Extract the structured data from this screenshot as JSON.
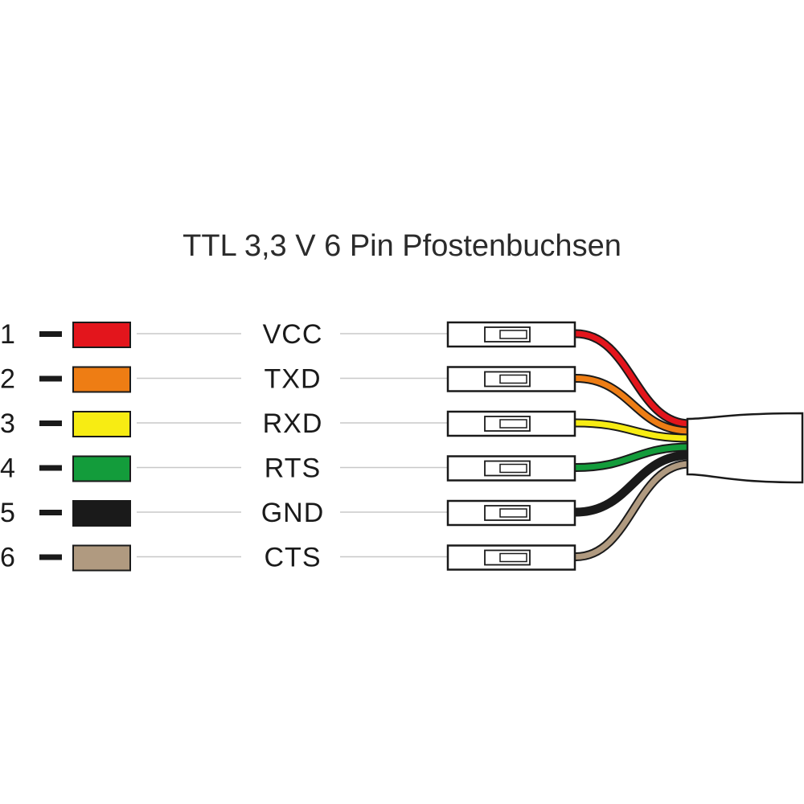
{
  "title": "TTL 3,3 V 6 Pin Pfostenbuchsen",
  "pins": [
    {
      "number": "1",
      "signal": "VCC",
      "color": "#e3151c"
    },
    {
      "number": "2",
      "signal": "TXD",
      "color": "#ee7d14"
    },
    {
      "number": "3",
      "signal": "RXD",
      "color": "#f7ec13"
    },
    {
      "number": "4",
      "signal": "RTS",
      "color": "#139c3b"
    },
    {
      "number": "5",
      "signal": "GND",
      "color": "#1a1a1a"
    },
    {
      "number": "6",
      "signal": "CTS",
      "color": "#b09a80"
    }
  ],
  "colors": {
    "outline": "#1a1a1a",
    "guide_line": "#c8c8c8",
    "cable_jacket": "#ffffff"
  }
}
